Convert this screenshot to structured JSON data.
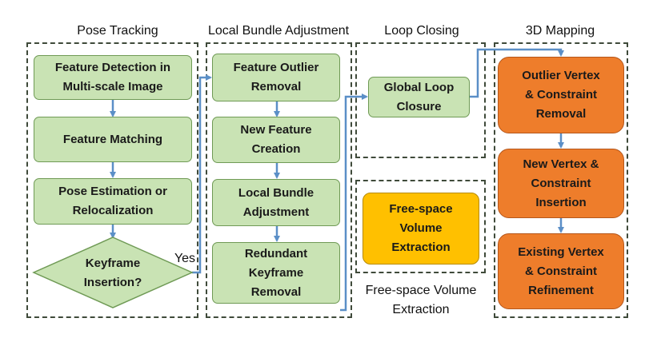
{
  "sections": {
    "pose_tracking": "Pose Tracking",
    "local_ba": "Local Bundle Adjustment",
    "loop_closing": "Loop Closing",
    "mapping_3d": "3D Mapping",
    "freespace": "Free-space Volume\nExtraction"
  },
  "nodes": {
    "feature_detection": "Feature Detection in\nMulti-scale Image",
    "feature_matching": "Feature Matching",
    "pose_estimation": "Pose Estimation or\nRelocalization",
    "keyframe_insertion": "Keyframe\nInsertion?",
    "feature_outlier_removal": "Feature Outlier\nRemoval",
    "new_feature_creation": "New Feature\nCreation",
    "local_bundle_adjustment": "Local Bundle\nAdjustment",
    "redundant_keyframe_removal": "Redundant\nKeyframe\nRemoval",
    "global_loop_closure": "Global Loop\nClosure",
    "freespace_volume_extraction": "Free-space\nVolume\nExtraction",
    "outlier_vertex_removal": "Outlier Vertex\n& Constraint\nRemoval",
    "new_vertex_insertion": "New Vertex &\nConstraint\nInsertion",
    "existing_vertex_refinement": "Existing Vertex\n& Constraint\nRefinement"
  },
  "edges": {
    "yes_label": "Yes"
  },
  "colors": {
    "green_fill": "#c9e3b4",
    "yellow_fill": "#ffc000",
    "orange_fill": "#ee7d2b",
    "arrow": "#5b8fc7"
  }
}
